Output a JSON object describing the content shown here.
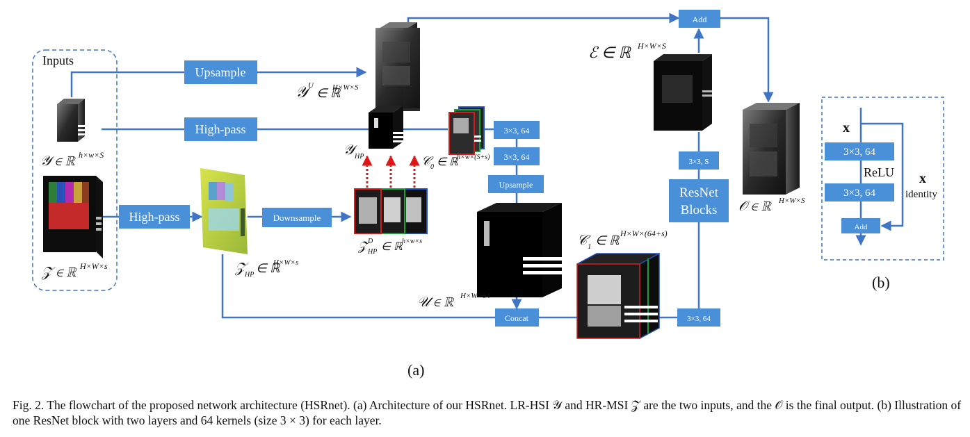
{
  "figure": {
    "inputs_label": "Inputs",
    "ops": {
      "upsample_main": "Upsample",
      "highpass_top": "High-pass",
      "highpass_bottom": "High-pass",
      "downsample": "Downsample",
      "conv1": "3×3, 64",
      "conv2": "3×3, 64",
      "upsample_small": "Upsample",
      "concat": "Concat",
      "conv_out": "3×3, 64",
      "conv_s": "3×3, S",
      "resnet_line1": "ResNet",
      "resnet_line2": "Blocks",
      "add_top": "Add"
    },
    "math": {
      "Y": "𝒴 ∈ ℝ",
      "Y_sup": "h×w×S",
      "Z": "𝒵 ∈ ℝ",
      "Z_sup": "H×W×s",
      "YU": "𝒴",
      "YU_sup1": "U",
      "YU_rest": "∈ ℝ",
      "YU_sup2": "H×W×S",
      "YHP": "𝒴",
      "YHP_sub": "HP",
      "C0": "𝒞",
      "C0_sub": "0",
      "C0_rest": "∈ ℝ",
      "C0_sup": "h×w×(S+s)",
      "ZHPD": "𝒵",
      "ZHPD_sup": "D",
      "ZHPD_sub": "HP",
      "ZHPD_rest": "∈ ℝ",
      "ZHPD_sup2": "h×w×s",
      "ZHP": "𝒵",
      "ZHP_sub": "HP",
      "ZHP_rest": "∈ ℝ",
      "ZHP_sup": "H×W×s",
      "U": "𝒰 ∈ ℝ",
      "U_sup": "H×W×64",
      "C1": "𝒞",
      "C1_sub": "1",
      "C1_rest": "∈ ℝ",
      "C1_sup": "H×W×(64+s)",
      "E": "ℰ ∈ ℝ",
      "E_sup": "H×W×S",
      "O": "𝒪 ∈ ℝ",
      "O_sup": "H×W×S"
    },
    "panel_a_label": "(a)",
    "panel_b": {
      "x_top": "x",
      "conv1": "3×3, 64",
      "relu": "ReLU",
      "conv2": "3×3, 64",
      "add": "Add",
      "x_right": "x",
      "identity": "identity",
      "label": "(b)"
    },
    "colors": {
      "box": "#4a90d9",
      "flow": "#3f75c4",
      "dashed_arrow": "#e01616"
    }
  },
  "caption": {
    "text": "Fig. 2.  The flowchart of the proposed network architecture (HSRnet). (a) Architecture of our HSRnet. LR-HSI 𝒴 and HR-MSI 𝒵 are the two inputs, and the 𝒪 is the final output. (b) Illustration of one ResNet block with two layers and 64 kernels (size 3 × 3) for each layer."
  }
}
